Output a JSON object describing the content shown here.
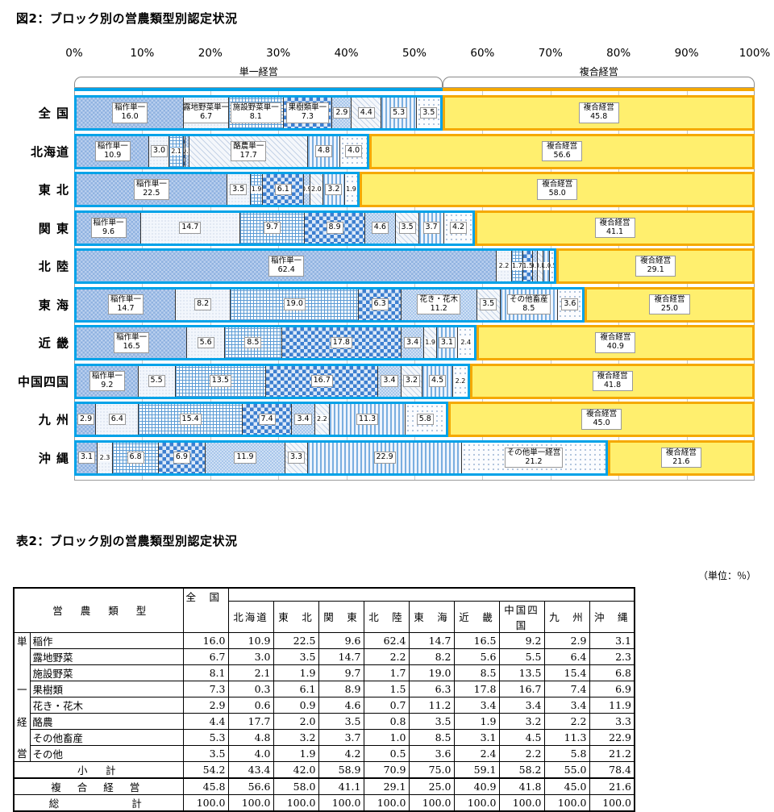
{
  "figure": {
    "title": "図2：ブロック別の営農類型別認定状況",
    "axis": {
      "ticks": [
        "0%",
        "10%",
        "20%",
        "30%",
        "40%",
        "50%",
        "60%",
        "70%",
        "80%",
        "90%",
        "100%"
      ],
      "tick_values": [
        0,
        10,
        20,
        30,
        40,
        50,
        60,
        70,
        80,
        90,
        100
      ],
      "min": 0,
      "max": 100
    },
    "group_brackets": [
      {
        "label": "単一経営",
        "start": 0,
        "end": 54.2
      },
      {
        "label": "複合経営",
        "start": 54.2,
        "end": 100
      }
    ],
    "colors": {
      "single_border": "#00a2e8",
      "multi_border": "#f5a800",
      "multi_fill": "#ffef6e"
    }
  },
  "chart_data": {
    "type": "bar",
    "orientation": "horizontal",
    "stacked": true,
    "title": "図2：ブロック別の営農類型別認定状況",
    "xlabel": "",
    "ylabel": "",
    "xlim": [
      0,
      100
    ],
    "unit": "%",
    "categories": [
      "全 国",
      "北海道",
      "東 北",
      "関 東",
      "北 陸",
      "東 海",
      "近 畿",
      "中国四国",
      "九 州",
      "沖 縄"
    ],
    "series": [
      {
        "name": "稲作",
        "single_label": "稲作単一",
        "pattern": "p-rice",
        "values": [
          16.0,
          10.9,
          22.5,
          9.6,
          62.4,
          14.7,
          16.5,
          9.2,
          2.9,
          3.1
        ]
      },
      {
        "name": "露地野菜",
        "single_label": "露地野菜単一",
        "pattern": "p-openveg",
        "values": [
          6.7,
          3.0,
          3.5,
          14.7,
          2.2,
          8.2,
          5.6,
          5.5,
          6.4,
          2.3
        ]
      },
      {
        "name": "施設野菜",
        "single_label": "施設野菜単一",
        "pattern": "p-facveg",
        "values": [
          8.1,
          2.1,
          1.9,
          9.7,
          1.7,
          19.0,
          8.5,
          13.5,
          15.4,
          6.8
        ]
      },
      {
        "name": "果樹類",
        "single_label": "果樹類単一",
        "pattern": "p-fruit",
        "values": [
          7.3,
          0.3,
          6.1,
          8.9,
          1.5,
          6.3,
          17.8,
          16.7,
          7.4,
          6.9
        ]
      },
      {
        "name": "花き・花木",
        "single_label": "花き・花木",
        "pattern": "p-flower",
        "values": [
          2.9,
          0.6,
          0.9,
          4.6,
          0.7,
          11.2,
          3.4,
          3.4,
          3.4,
          11.9
        ]
      },
      {
        "name": "酪農",
        "single_label": "酪農単一",
        "pattern": "p-dairy",
        "values": [
          4.4,
          17.7,
          2.0,
          3.5,
          0.8,
          3.5,
          1.9,
          3.2,
          2.2,
          3.3
        ]
      },
      {
        "name": "その他畜産",
        "single_label": "その他畜産",
        "pattern": "p-livestock",
        "values": [
          5.3,
          4.8,
          3.2,
          3.7,
          1.0,
          8.5,
          3.1,
          4.5,
          11.3,
          22.9
        ]
      },
      {
        "name": "その他",
        "single_label": "その他単一経営",
        "pattern": "p-other",
        "values": [
          3.5,
          4.0,
          1.9,
          4.2,
          0.5,
          3.6,
          2.4,
          2.2,
          5.8,
          21.2
        ]
      },
      {
        "name": "複合経営",
        "single_label": "複合経営",
        "pattern": "multi",
        "values": [
          45.8,
          56.6,
          58.0,
          41.1,
          29.1,
          25.0,
          40.9,
          41.8,
          45.0,
          21.6
        ]
      }
    ],
    "single_subtotal": [
      54.2,
      43.4,
      42.0,
      58.9,
      70.9,
      75.0,
      59.1,
      58.2,
      55.0,
      78.4
    ],
    "total": [
      100.0,
      100.0,
      100.0,
      100.0,
      100.0,
      100.0,
      100.0,
      100.0,
      100.0,
      100.0
    ],
    "named_segments": {
      "全 国": {
        "稲作": "稲作単一",
        "露地野菜": "露地野菜単一",
        "施設野菜": "施設野菜単一",
        "果樹類": "果樹類単一",
        "複合経営": "複合経営"
      },
      "北海道": {
        "稲作": "稲作単一",
        "酪農": "酪農単一",
        "複合経営": "複合経営"
      },
      "東 北": {
        "稲作": "稲作単一",
        "複合経営": "複合経営"
      },
      "関 東": {
        "稲作": "稲作単一",
        "複合経営": "複合経営"
      },
      "北 陸": {
        "稲作": "稲作単一",
        "複合経営": "複合経営"
      },
      "東 海": {
        "稲作": "稲作単一",
        "花き・花木": "花き・花木",
        "その他畜産": "その他畜産",
        "複合経営": "複合経営"
      },
      "近 畿": {
        "稲作": "稲作単一",
        "複合経営": "複合経営"
      },
      "中国四国": {
        "稲作": "稲作単一",
        "複合経営": "複合経営"
      },
      "九 州": {
        "複合経営": "複合経営"
      },
      "沖 縄": {
        "その他": "その他単一経営",
        "複合経営": "複合経営"
      }
    }
  },
  "table": {
    "title": "表2：ブロック別の営農類型別認定状況",
    "unit_note": "（単位：％）",
    "header_category": "営 農 類 型",
    "header_nation": "全　国",
    "regions": [
      "北海道",
      "東　北",
      "関　東",
      "北　陸",
      "東　海",
      "近　畿",
      "中国四国",
      "九　州",
      "沖　縄"
    ],
    "side_label_chars": [
      "単",
      "一",
      "経",
      "営"
    ],
    "rows": [
      {
        "name": "稲作",
        "values": [
          "16.0",
          "10.9",
          "22.5",
          "9.6",
          "62.4",
          "14.7",
          "16.5",
          "9.2",
          "2.9",
          "3.1"
        ]
      },
      {
        "name": "露地野菜",
        "values": [
          "6.7",
          "3.0",
          "3.5",
          "14.7",
          "2.2",
          "8.2",
          "5.6",
          "5.5",
          "6.4",
          "2.3"
        ]
      },
      {
        "name": "施設野菜",
        "values": [
          "8.1",
          "2.1",
          "1.9",
          "9.7",
          "1.7",
          "19.0",
          "8.5",
          "13.5",
          "15.4",
          "6.8"
        ]
      },
      {
        "name": "果樹類",
        "values": [
          "7.3",
          "0.3",
          "6.1",
          "8.9",
          "1.5",
          "6.3",
          "17.8",
          "16.7",
          "7.4",
          "6.9"
        ]
      },
      {
        "name": "花き・花木",
        "values": [
          "2.9",
          "0.6",
          "0.9",
          "4.6",
          "0.7",
          "11.2",
          "3.4",
          "3.4",
          "3.4",
          "11.9"
        ]
      },
      {
        "name": "酪農",
        "values": [
          "4.4",
          "17.7",
          "2.0",
          "3.5",
          "0.8",
          "3.5",
          "1.9",
          "3.2",
          "2.2",
          "3.3"
        ]
      },
      {
        "name": "その他畜産",
        "values": [
          "5.3",
          "4.8",
          "3.2",
          "3.7",
          "1.0",
          "8.5",
          "3.1",
          "4.5",
          "11.3",
          "22.9"
        ]
      },
      {
        "name": "その他",
        "values": [
          "3.5",
          "4.0",
          "1.9",
          "4.2",
          "0.5",
          "3.6",
          "2.4",
          "2.2",
          "5.8",
          "21.2"
        ]
      }
    ],
    "subtotal_row": {
      "name": "小　計",
      "values": [
        "54.2",
        "43.4",
        "42.0",
        "58.9",
        "70.9",
        "75.0",
        "59.1",
        "58.2",
        "55.0",
        "78.4"
      ]
    },
    "multi_row": {
      "name": "複 合 経 営",
      "values": [
        "45.8",
        "56.6",
        "58.0",
        "41.1",
        "29.1",
        "25.0",
        "40.9",
        "41.8",
        "45.0",
        "21.6"
      ]
    },
    "total_row": {
      "name": "総　　　　計",
      "values": [
        "100.0",
        "100.0",
        "100.0",
        "100.0",
        "100.0",
        "100.0",
        "100.0",
        "100.0",
        "100.0",
        "100.0"
      ]
    }
  }
}
